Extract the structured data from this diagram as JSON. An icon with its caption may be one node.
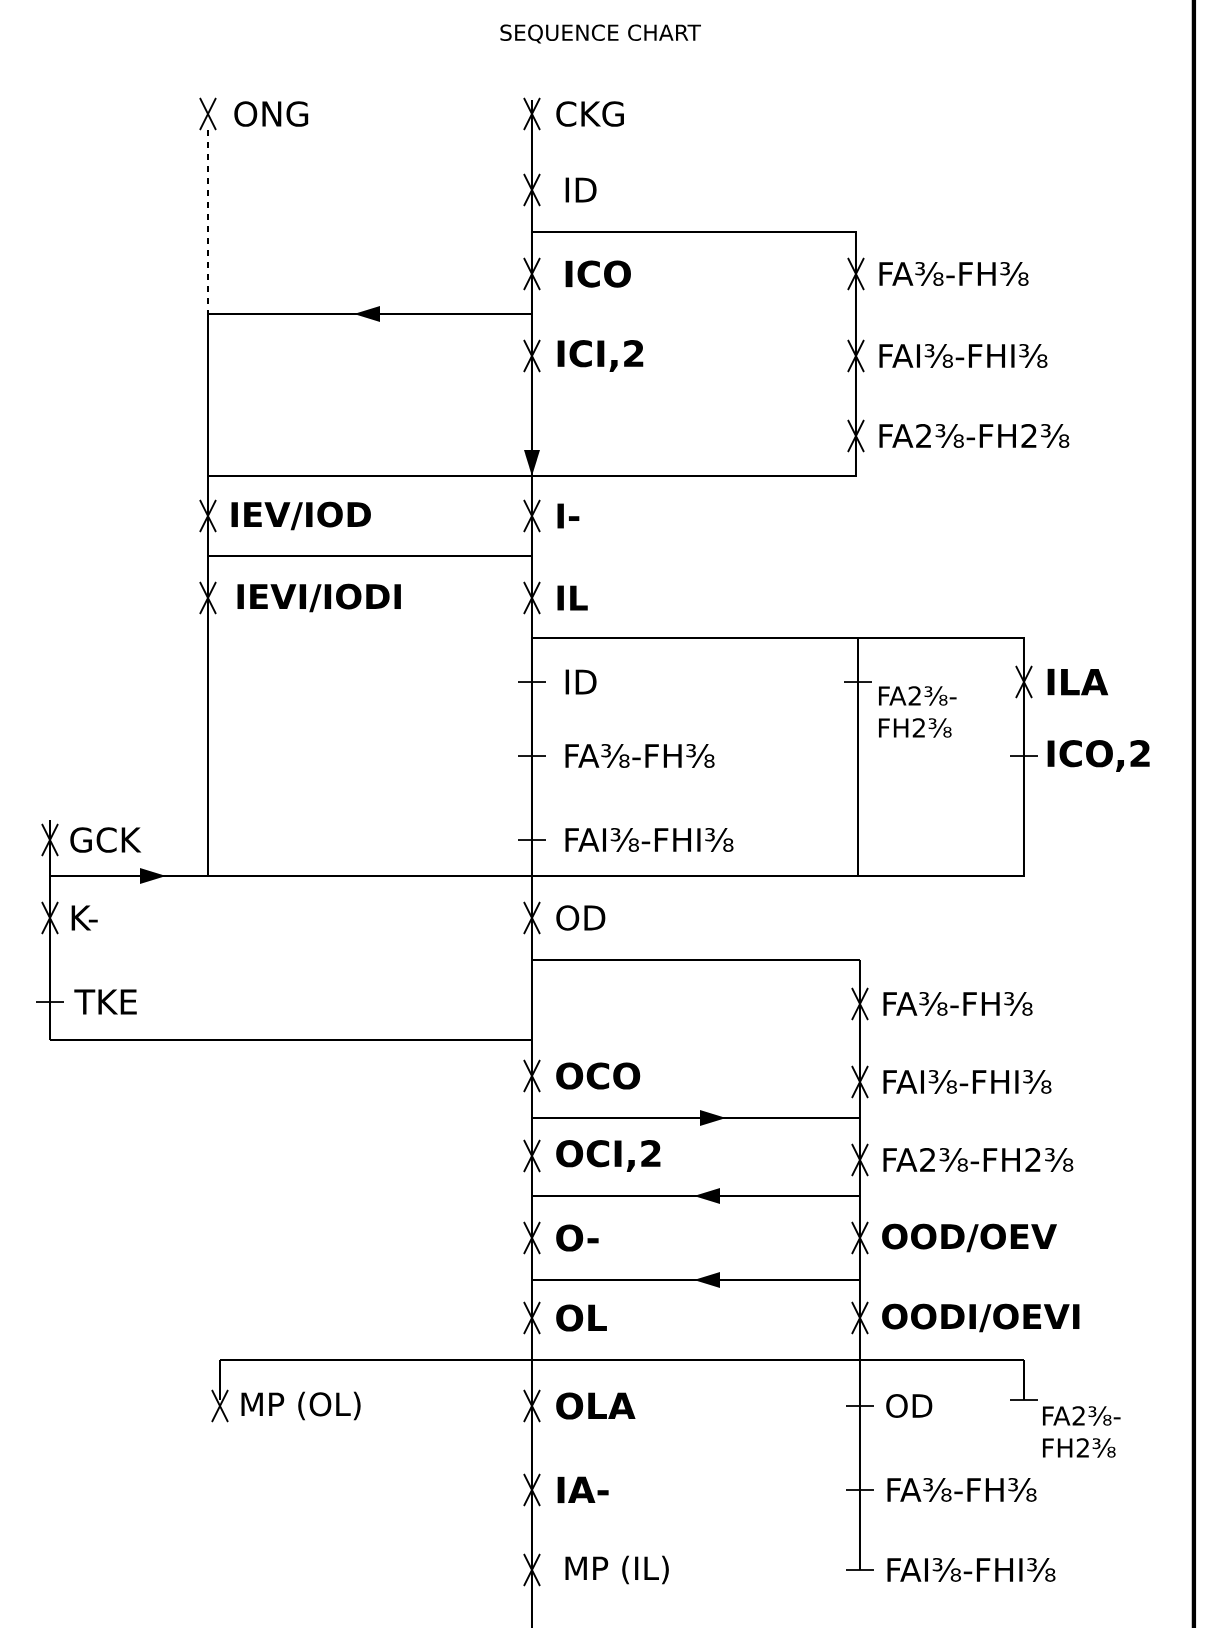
{
  "diagram": {
    "title": "SEQUENCE CHART",
    "labels": [
      "ONG",
      "CKG",
      "ID",
      "ICO",
      "FA⅜-FH⅜",
      "ICI,2",
      "FAI⅜-FHI⅜",
      "FA2⅜-FH2⅜",
      "IEV/IOD",
      "I-",
      "IEVI/IODI",
      "IL",
      "ID",
      "FA2⅜-FH2⅜",
      "ILA",
      "FA⅜-FH⅜",
      "ICO,2",
      "GCK",
      "FAI⅜-FHI⅜",
      "K-",
      "OD",
      "TKE",
      "FA⅜-FH⅜",
      "OCO",
      "FAI⅜-FHI⅜",
      "OCI,2",
      "FA2⅜-FH2⅜",
      "O-",
      "OOD/OEV",
      "OL",
      "OODI/OEVI",
      "MP (OL)",
      "OLA",
      "OD",
      "FA2⅜-FH2⅜",
      "IA-",
      "FA⅜-FH⅜",
      "MP (IL)",
      "FAI⅜-FHI⅜"
    ]
  }
}
